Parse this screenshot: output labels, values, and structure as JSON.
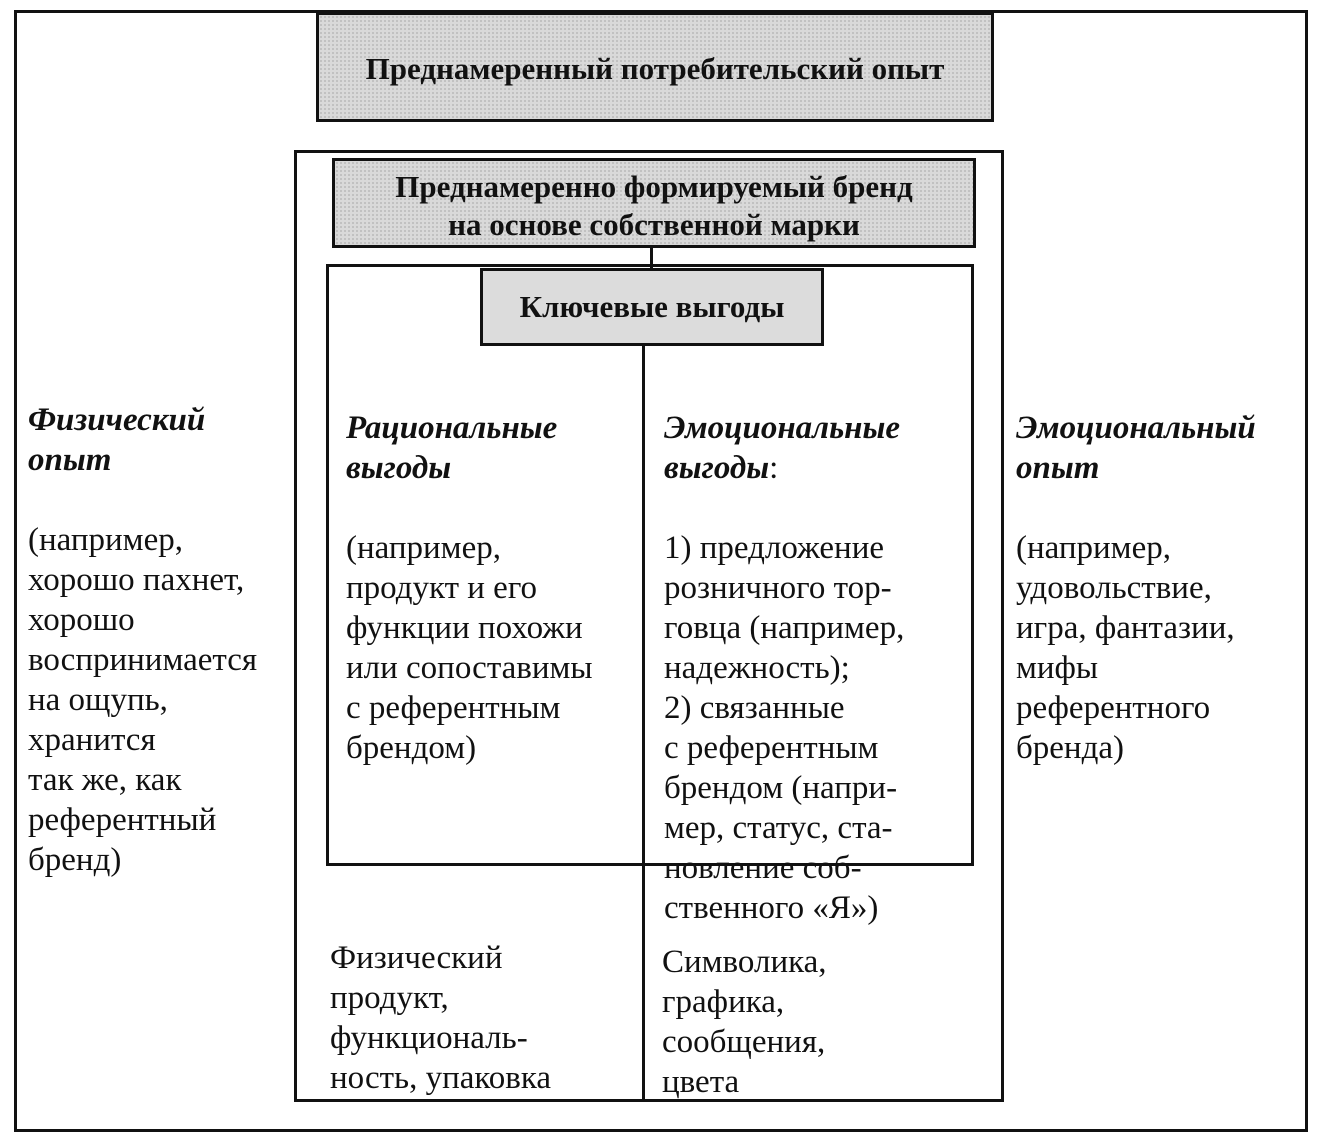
{
  "top_box": {
    "title": "Преднамеренный потребительский опыт"
  },
  "brand_box": {
    "line1": "Преднамеренно формируемый бренд",
    "line2": "на основе собственной марки"
  },
  "key_benefits": {
    "title": "Ключевые выгоды"
  },
  "rational": {
    "heading": "Рациональные\nвыгоды",
    "body": "(например,\nпродукт и его\nфункции похожи\nили сопоставимы\nс референтным\nбрендом)"
  },
  "emotional": {
    "heading": "Эмоциональные\nвыгоды",
    "colon": ":",
    "body": "1) предложение\nрозничного тор-\nговца (например,\nнадежность);\n2) связанные\nс референтным\nбрендом (напри-\nмер, статус, ста-\nновление соб-\nственного «Я»)"
  },
  "physical_experience": {
    "heading": "Физический\nопыт",
    "body": "(например,\nхорошо пахнет,\nхорошо\nвоспринимается\nна ощупь,\nхранится\nтак же, как\nреферентный\nбренд)"
  },
  "emotional_experience": {
    "heading": "Эмоциональный\nопыт",
    "body": "(например,\nудовольствие,\nигра, фантазии,\nмифы\nреферентного\nбренда)"
  },
  "physical_product": {
    "text": "Физический\nпродукт,\nфункциональ-\nность, упаковка"
  },
  "symbolics": {
    "text": "Символика,\nграфика,\nсообщения,\nцвета"
  }
}
